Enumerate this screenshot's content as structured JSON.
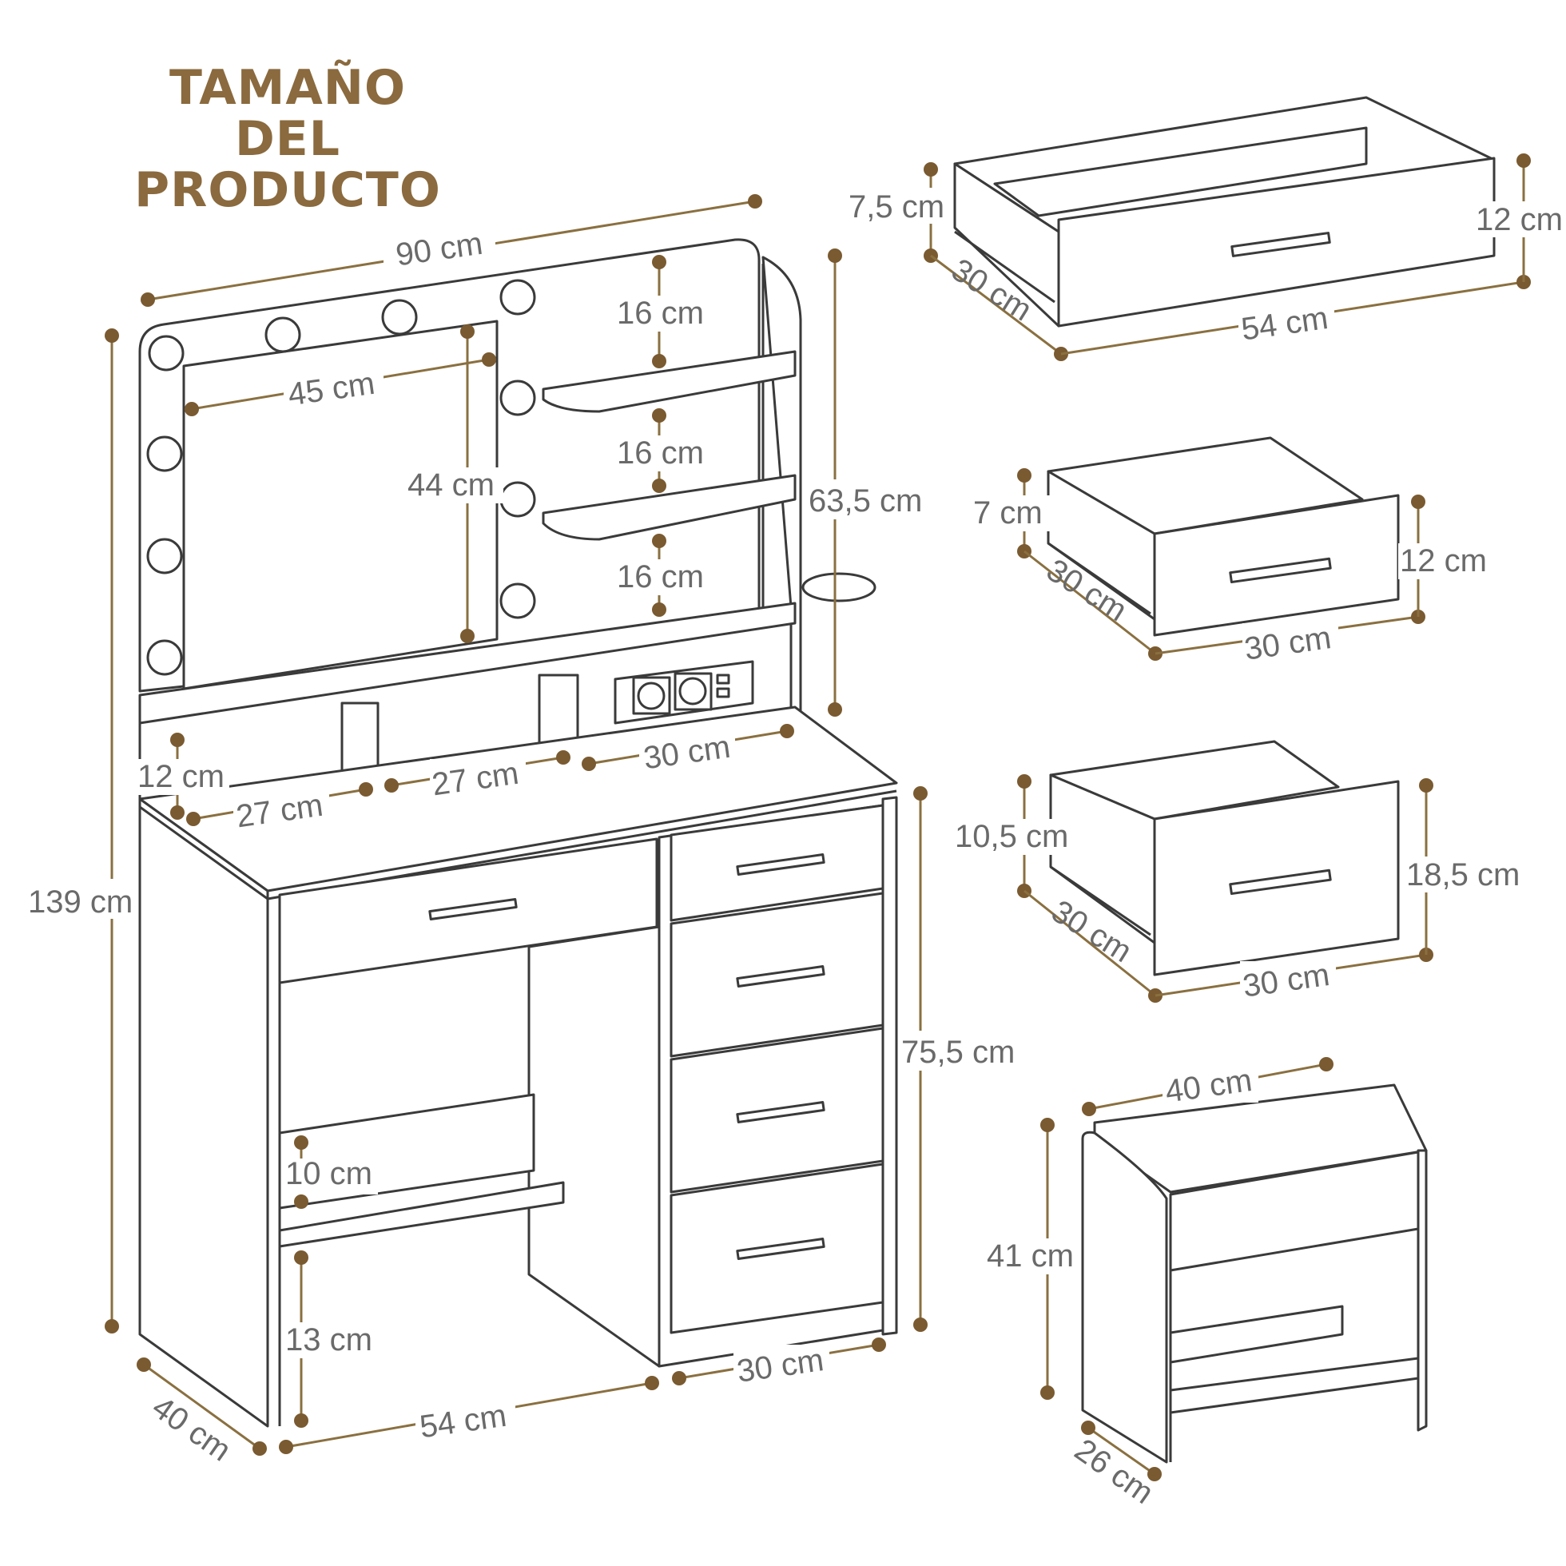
{
  "title": {
    "line1": "TAMAÑO DEL",
    "line2": "PRODUCTO"
  },
  "colors": {
    "title": "#8a6a3e",
    "dimension_line": "#8a7040",
    "dimension_dot": "#7a5a30",
    "label": "#6a6a6a",
    "furniture_stroke": "#3a3a3a"
  },
  "vanity": {
    "width": "90 cm",
    "height_total": "139 cm",
    "height_top": "63,5 cm",
    "desk_height": "75,5 cm",
    "depth": "40 cm",
    "mirror_width": "45 cm",
    "mirror_height": "44 cm",
    "shelf_gap_1": "16 cm",
    "shelf_gap_2": "16 cm",
    "shelf_gap_3": "16 cm",
    "cubby_height": "12 cm",
    "cubby_width_1": "27 cm",
    "cubby_width_2": "27 cm",
    "outlet_width": "30 cm",
    "shelf_height": "10 cm",
    "leg_clearance": "13 cm",
    "knee_width": "54 cm",
    "drawer_column_width": "30 cm"
  },
  "drawer_large": {
    "height_inner": "7,5 cm",
    "depth": "30 cm",
    "width": "54 cm",
    "height": "12 cm"
  },
  "drawer_small": {
    "height_inner": "7 cm",
    "depth": "30 cm",
    "width": "30 cm",
    "height": "12 cm"
  },
  "drawer_deep": {
    "height_inner": "10,5 cm",
    "depth": "30 cm",
    "width": "30 cm",
    "height": "18,5 cm"
  },
  "stool": {
    "width": "40 cm",
    "height": "41 cm",
    "depth": "26 cm"
  }
}
